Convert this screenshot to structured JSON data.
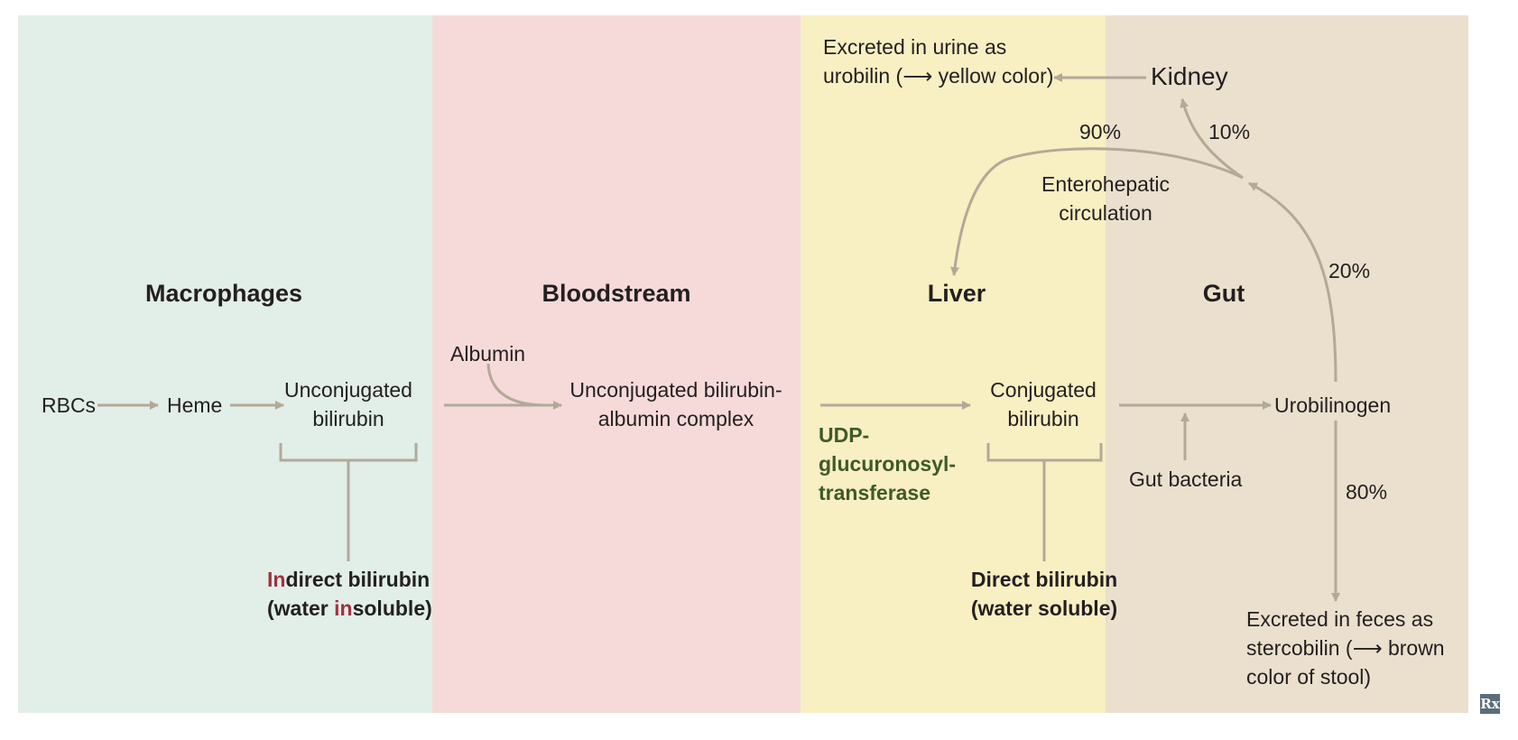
{
  "colors": {
    "macrophages_bg": "#e2eee8",
    "bloodstream_bg": "#f6dada",
    "liver_bg": "#f8efc2",
    "gut_bg": "#eae0cd",
    "arrow": "#b2a999",
    "enzyme_text": "#3e5a2b",
    "highlight_text": "#a1313d"
  },
  "sections": {
    "macrophages": "Macrophages",
    "bloodstream": "Bloodstream",
    "liver": "Liver",
    "gut": "Gut"
  },
  "nodes": {
    "rbcs": "RBCs",
    "heme": "Heme",
    "unconj_bilirubin": "Unconjugated\nbilirubin",
    "albumin": "Albumin",
    "complex": "Unconjugated bilirubin-\nalbumin complex",
    "enzyme": "UDP-\nglucuronosyl-\ntransferase",
    "conj_bilirubin": "Conjugated\nbilirubin",
    "gut_bacteria": "Gut bacteria",
    "urobilinogen": "Urobilinogen",
    "kidney": "Kidney",
    "urine": "Excreted in urine as\nurobilin (⟶ yellow color)",
    "feces": "Excreted in feces as\nstercobilin (⟶ brown\ncolor of stool)",
    "enterohepatic": "Enterohepatic\ncirculation"
  },
  "indirect": {
    "line1_highlight": "In",
    "line1_rest": "direct bilirubin",
    "line2_open": "(water ",
    "line2_highlight": "in",
    "line2_rest": "soluble)"
  },
  "direct": "Direct bilirubin\n(water soluble)",
  "percentages": {
    "p90": "90%",
    "p10": "10%",
    "p20": "20%",
    "p80": "80%"
  },
  "logo_text": "Rx"
}
